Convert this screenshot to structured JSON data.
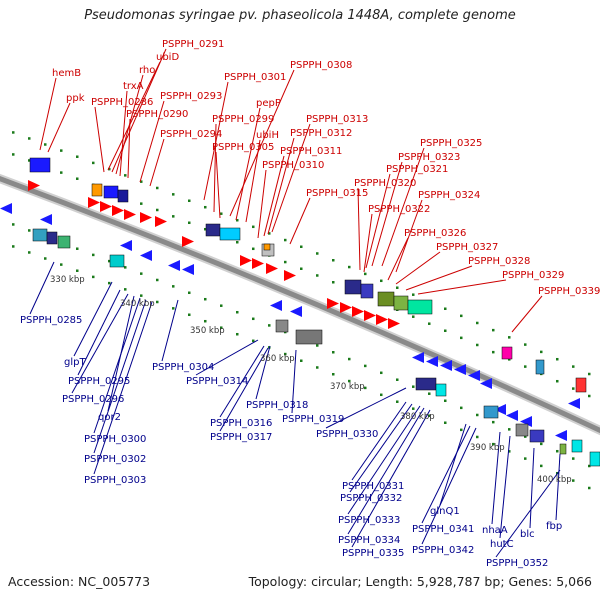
{
  "title": "Pseudomonas syringae pv. phaseolicola 1448A, complete genome",
  "footer": {
    "accession_label": "Accession:",
    "accession": "NC_005773",
    "topology_label": "Topology:",
    "topology": "circular",
    "length_label": "Length:",
    "length": "5,928,787 bp",
    "genes_label": "Genes:",
    "genes": "5,066"
  },
  "colors": {
    "forward_label": "#cc0000",
    "reverse_label": "#00008b",
    "backbone": "#8a8a8a",
    "arrow_forward": "#ff0000",
    "arrow_reverse": "#1a1aff",
    "tick_dots": "#1a7a1a"
  },
  "ticks": [
    "330 kbp",
    "340 kbp",
    "350 kbp",
    "360 kbp",
    "370 kbp",
    "380 kbp",
    "390 kbp",
    "400 kbp"
  ],
  "forward_genes": [
    "hemB",
    "ppk",
    "ubiD",
    "PSPPH_0291",
    "rho",
    "trxA",
    "PSPPH_0286",
    "PSPPH_0290",
    "PSPPH_0293",
    "PSPPH_0294",
    "PSPPH_0301",
    "PSPPH_0308",
    "pepP",
    "PSPPH_0299",
    "ubiH",
    "PSPPH_0305",
    "PSPPH_0313",
    "PSPPH_0312",
    "PSPPH_0311",
    "PSPPH_0310",
    "PSPPH_0315",
    "PSPPH_0325",
    "PSPPH_0323",
    "PSPPH_0321",
    "PSPPH_0320",
    "PSPPH_0324",
    "PSPPH_0322",
    "PSPPH_0326",
    "PSPPH_0327",
    "PSPPH_0328",
    "PSPPH_0329",
    "PSPPH_0339"
  ],
  "reverse_genes": [
    "PSPPH_0285",
    "glpT",
    "PSPPH_0295",
    "PSPPH_0296",
    "qor2",
    "PSPPH_0300",
    "PSPPH_0302",
    "PSPPH_0303",
    "PSPPH_0304",
    "PSPPH_0314",
    "PSPPH_0318",
    "PSPPH_0316",
    "PSPPH_0317",
    "PSPPH_0319",
    "PSPPH_0330",
    "PSPPH_0331",
    "PSPPH_0332",
    "PSPPH_0333",
    "PSPPH_0334",
    "PSPPH_0335",
    "glnQ1",
    "PSPPH_0341",
    "PSPPH_0342",
    "nhaA",
    "hutC",
    "blc",
    "fbp",
    "PSPPH_0352"
  ]
}
